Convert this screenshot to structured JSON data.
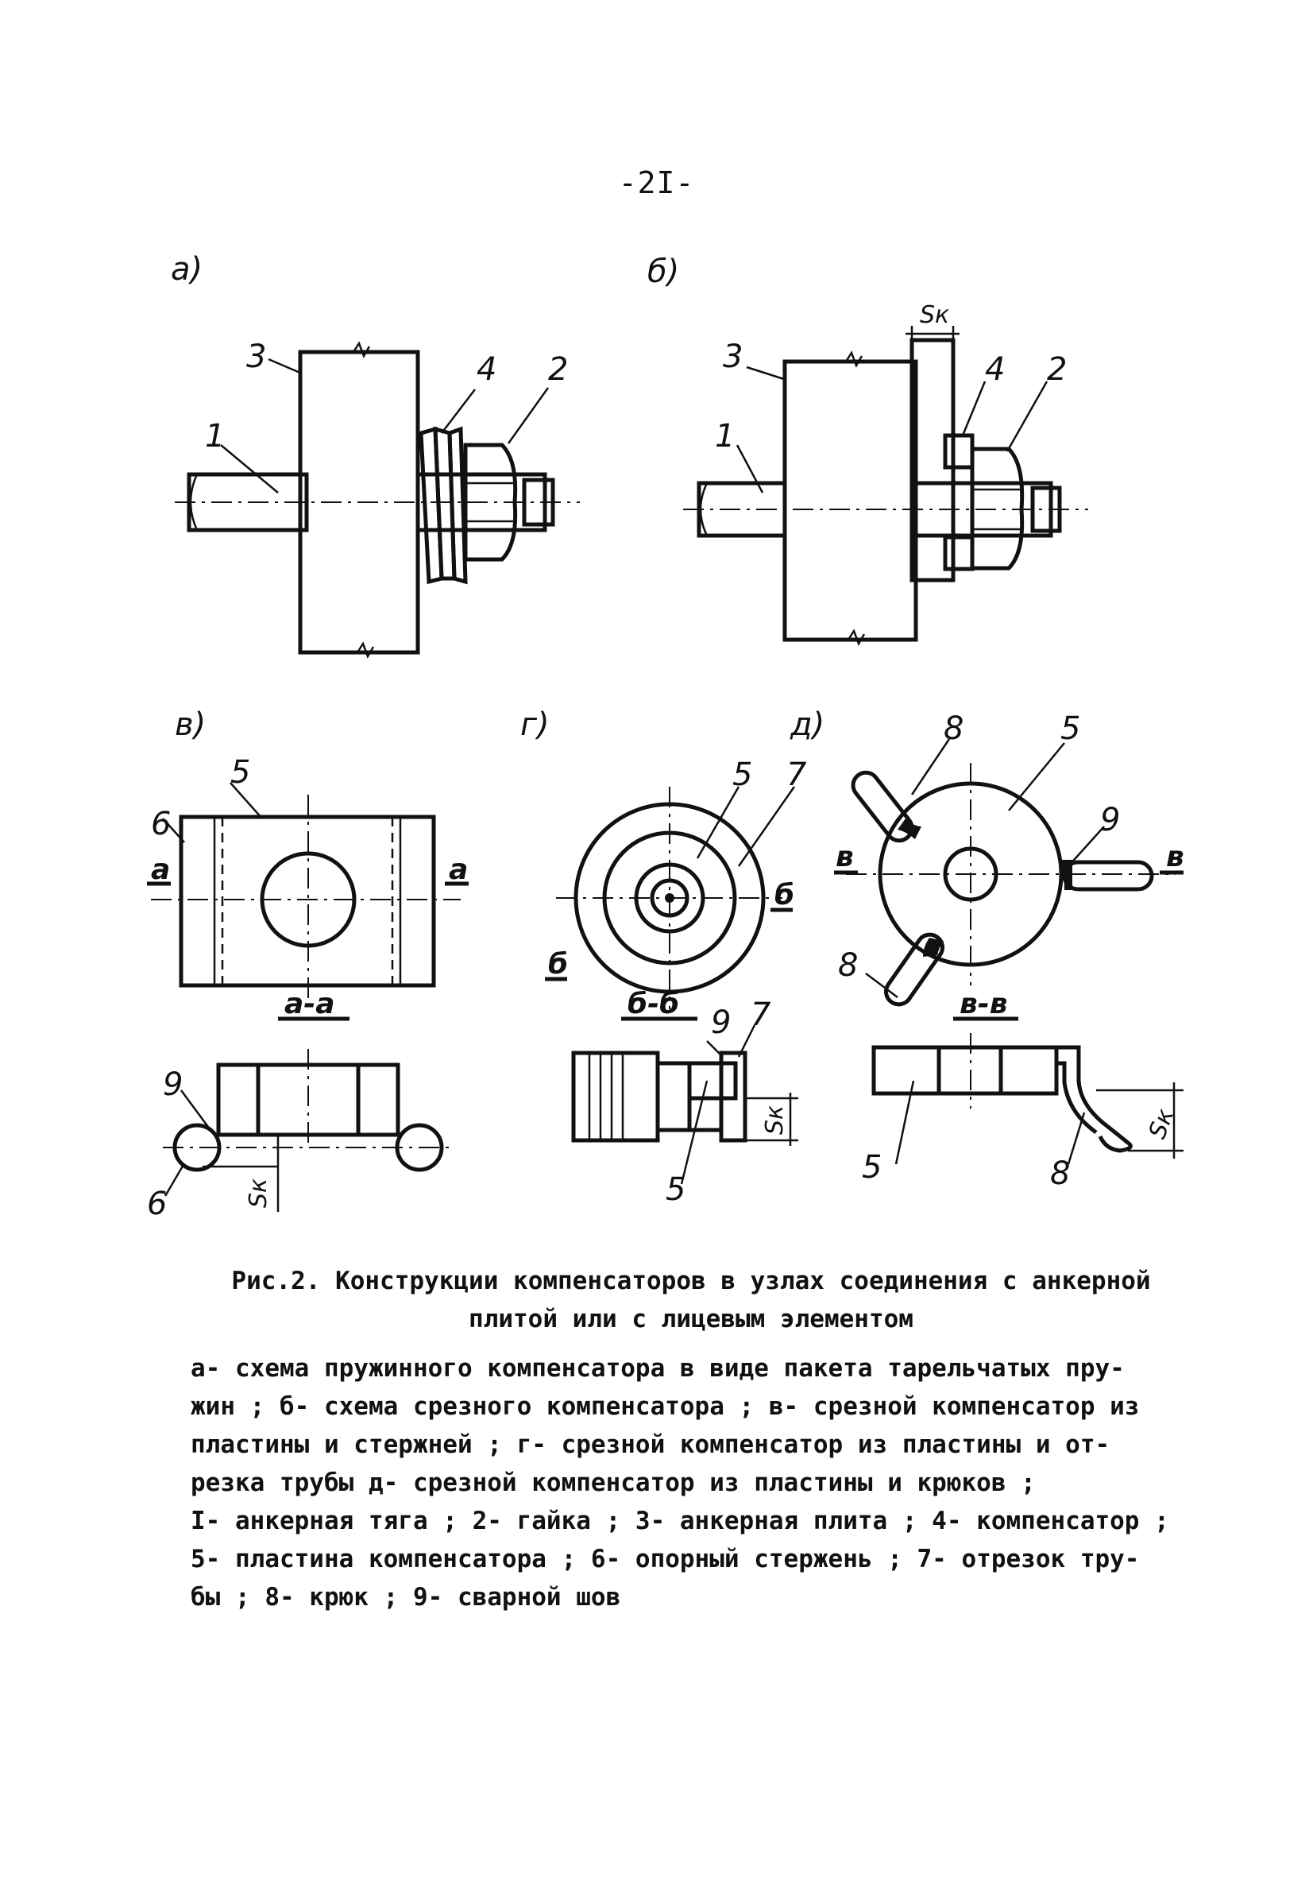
{
  "page_number": "-2I-",
  "figure": {
    "panel_labels": {
      "a": "а)",
      "b": "б)",
      "v": "в)",
      "g": "г)",
      "d": "д)"
    },
    "callouts": {
      "n1": "1",
      "n2": "2",
      "n3": "3",
      "n4": "4",
      "n5": "5",
      "n6": "6",
      "n7": "7",
      "n8": "8",
      "n9": "9"
    },
    "dimension_labels": {
      "sk": "Sк"
    },
    "section_marks": {
      "a": "а",
      "b": "б",
      "v": "в"
    },
    "section_titles": {
      "a_a": "а-а",
      "b_b": "б-б",
      "v_v": "в-в"
    }
  },
  "caption": {
    "line1": "Рис.2. Конструкции компенсаторов в узлах соединения с анкерной",
    "line2": "плитой или с лицевым элементом"
  },
  "legend_lines": [
    "а- схема пружинного компенсатора в виде пакета тарельчатых пру-",
    "жин ; б- схема срезного компенсатора ; в- срезной компенсатор из",
    "пластины и стержней ; г- срезной компенсатор из пластины и от-",
    "резка трубы  д- срезной компенсатор из пластины и крюков ;",
    "I- анкерная тяга ; 2- гайка ; 3- анкерная плита ; 4- компенсатор ;",
    "5- пластина компенсатора ; 6- опорный стержень ; 7- отрезок тру-",
    "бы ; 8- крюк ; 9- сварной шов"
  ]
}
